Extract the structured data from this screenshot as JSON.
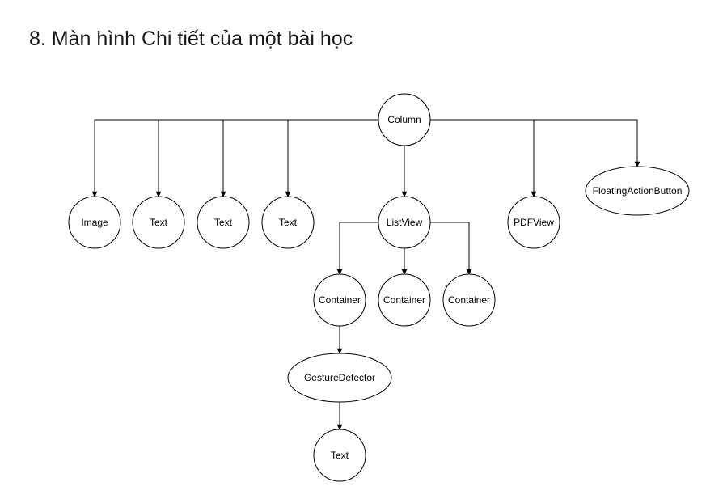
{
  "title": "8. Màn hình Chi tiết của một bài học",
  "diagram": {
    "nodes": [
      {
        "id": "column",
        "label": "Column",
        "shape": "circle"
      },
      {
        "id": "image",
        "label": "Image",
        "shape": "circle"
      },
      {
        "id": "text1",
        "label": "Text",
        "shape": "circle"
      },
      {
        "id": "text2",
        "label": "Text",
        "shape": "circle"
      },
      {
        "id": "text3",
        "label": "Text",
        "shape": "circle"
      },
      {
        "id": "listview",
        "label": "ListView",
        "shape": "circle"
      },
      {
        "id": "pdfview",
        "label": "PDFView",
        "shape": "circle"
      },
      {
        "id": "fab",
        "label": "FloatingActionButton",
        "shape": "ellipse"
      },
      {
        "id": "container1",
        "label": "Container",
        "shape": "circle"
      },
      {
        "id": "container2",
        "label": "Container",
        "shape": "circle"
      },
      {
        "id": "container3",
        "label": "Container",
        "shape": "circle"
      },
      {
        "id": "gesture",
        "label": "GestureDetector",
        "shape": "ellipse"
      },
      {
        "id": "text4",
        "label": "Text",
        "shape": "circle"
      }
    ],
    "edges": [
      {
        "from": "column",
        "to": "image"
      },
      {
        "from": "column",
        "to": "text1"
      },
      {
        "from": "column",
        "to": "text2"
      },
      {
        "from": "column",
        "to": "text3"
      },
      {
        "from": "column",
        "to": "listview"
      },
      {
        "from": "column",
        "to": "pdfview"
      },
      {
        "from": "column",
        "to": "fab"
      },
      {
        "from": "listview",
        "to": "container1"
      },
      {
        "from": "listview",
        "to": "container2"
      },
      {
        "from": "listview",
        "to": "container3"
      },
      {
        "from": "container1",
        "to": "gesture"
      },
      {
        "from": "gesture",
        "to": "text4"
      }
    ]
  }
}
